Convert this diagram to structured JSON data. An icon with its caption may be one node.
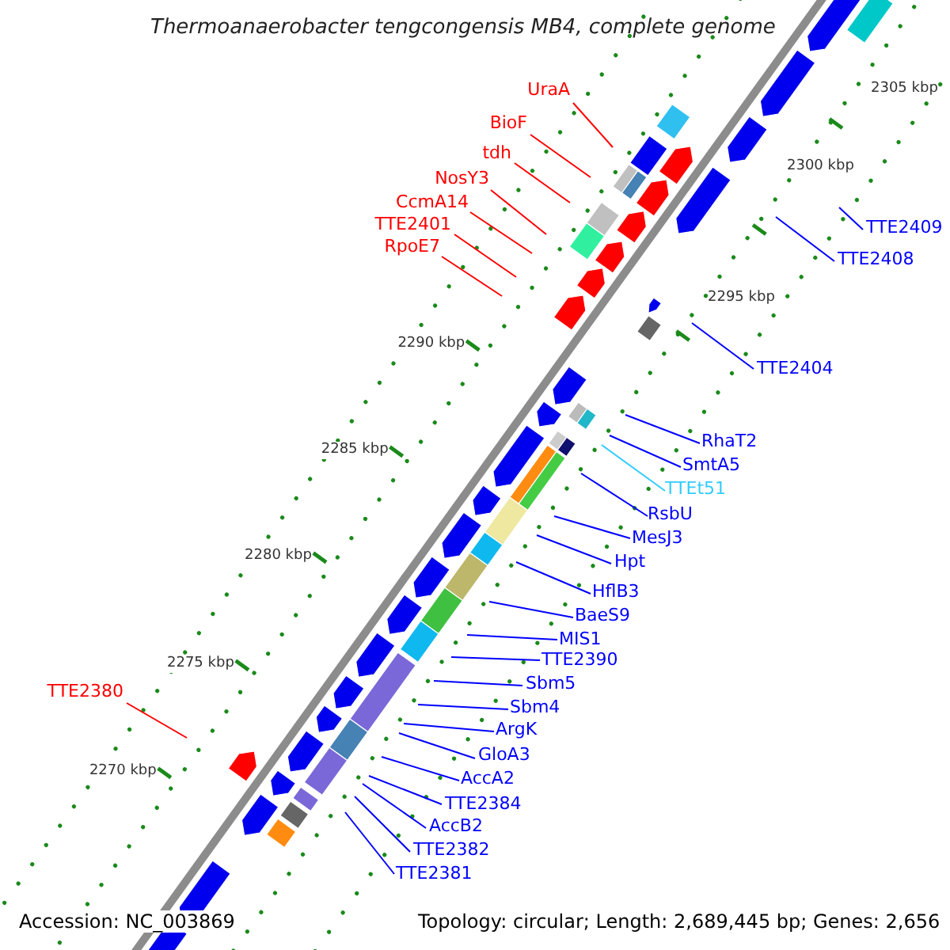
{
  "diagram": {
    "title": "Thermoanaerobacter tengcongensis MB4, complete genome",
    "nodes": [
      {
        "text": [
          "UraA"
        ]
      },
      {
        "text": [
          "BioF"
        ]
      },
      {
        "text": [
          "tdh"
        ]
      },
      {
        "text": [
          "NosY3"
        ]
      },
      {
        "text": [
          "CcmA14"
        ]
      },
      {
        "text": [
          "TTE2401"
        ]
      },
      {
        "text": [
          "TTE2409"
        ]
      },
      {
        "text": [
          "RpoE7"
        ]
      },
      {
        "text": [
          "TTE2408"
        ]
      },
      {
        "text": [
          "TTE2404"
        ]
      },
      {
        "text": [
          "RhaT2"
        ]
      },
      {
        "text": [
          "SmtA5"
        ]
      },
      {
        "text": [
          "TTEt51"
        ]
      },
      {
        "text": [
          "RsbU"
        ]
      },
      {
        "text": [
          "MesJ3"
        ]
      },
      {
        "text": [
          "Hpt"
        ]
      },
      {
        "text": [
          "HflB3"
        ]
      },
      {
        "text": [
          "BaeS9"
        ]
      },
      {
        "text": [
          "MIS1"
        ]
      },
      {
        "text": [
          "TTE2390"
        ]
      },
      {
        "text": [
          "Sbm5"
        ]
      },
      {
        "text": [
          "TTE2380"
        ]
      },
      {
        "text": [
          "Sbm4"
        ]
      },
      {
        "text": [
          "ArgK"
        ]
      },
      {
        "text": [
          "GloA3"
        ]
      },
      {
        "text": [
          "AccA2"
        ]
      },
      {
        "text": [
          "TTE2384"
        ]
      },
      {
        "text": [
          "AccB2"
        ]
      },
      {
        "text": [
          "TTE2382"
        ]
      },
      {
        "text": [
          "TTE2381"
        ]
      }
    ],
    "edges": [
      {
        "from": 0,
        "to": null,
        "arrow": "none",
        "color": "#ff0000"
      },
      {
        "from": 1,
        "to": null,
        "arrow": "none",
        "color": "#ff0000"
      },
      {
        "from": 2,
        "to": null,
        "arrow": "none",
        "color": "#ff0000"
      },
      {
        "from": 3,
        "to": null,
        "arrow": "none",
        "color": "#ff0000"
      },
      {
        "from": 4,
        "to": null,
        "arrow": "none",
        "color": "#ff0000"
      },
      {
        "from": 5,
        "to": null,
        "arrow": "none",
        "color": "#ff0000"
      },
      {
        "from": 6,
        "to": null,
        "arrow": "none"
      },
      {
        "from": 7,
        "to": null,
        "arrow": "none",
        "color": "#ff0000"
      },
      {
        "from": 8,
        "to": null,
        "arrow": "none"
      },
      {
        "from": 9,
        "to": null,
        "arrow": "none"
      },
      {
        "from": 10,
        "to": null,
        "arrow": "none"
      },
      {
        "from": 11,
        "to": null,
        "arrow": "none"
      },
      {
        "from": 12,
        "to": null,
        "arrow": "none",
        "color": "#33ccff"
      },
      {
        "from": 13,
        "to": null,
        "arrow": "none"
      },
      {
        "from": 14,
        "to": null,
        "arrow": "none"
      },
      {
        "from": 15,
        "to": null,
        "arrow": "none"
      },
      {
        "from": 16,
        "to": null,
        "arrow": "none"
      },
      {
        "from": 17,
        "to": null,
        "arrow": "none"
      },
      {
        "from": 18,
        "to": null,
        "arrow": "none"
      },
      {
        "from": 19,
        "to": null,
        "arrow": "none"
      },
      {
        "from": 20,
        "to": null,
        "arrow": "none"
      },
      {
        "from": 21,
        "to": null,
        "arrow": "none",
        "color": "#ff0000"
      },
      {
        "from": 22,
        "to": null,
        "arrow": "none"
      },
      {
        "from": 23,
        "to": null,
        "arrow": "none"
      },
      {
        "from": 24,
        "to": null,
        "arrow": "none"
      },
      {
        "from": 25,
        "to": null,
        "arrow": "none"
      },
      {
        "from": 26,
        "to": null,
        "arrow": "none"
      },
      {
        "from": 27,
        "to": null,
        "arrow": "none"
      },
      {
        "from": 28,
        "to": null,
        "arrow": "none"
      },
      {
        "from": 29,
        "to": null,
        "arrow": "none"
      }
    ],
    "labels": [
      "2305 kbp",
      "2300 kbp",
      "2295 kbp",
      "2290 kbp",
      "2285 kbp",
      "2280 kbp",
      "2275 kbp",
      "2270 kbp",
      "Accession: NC_003869",
      "Topology: circular; Length: 2,689,445 bp; Genes: 2,656"
    ]
  }
}
